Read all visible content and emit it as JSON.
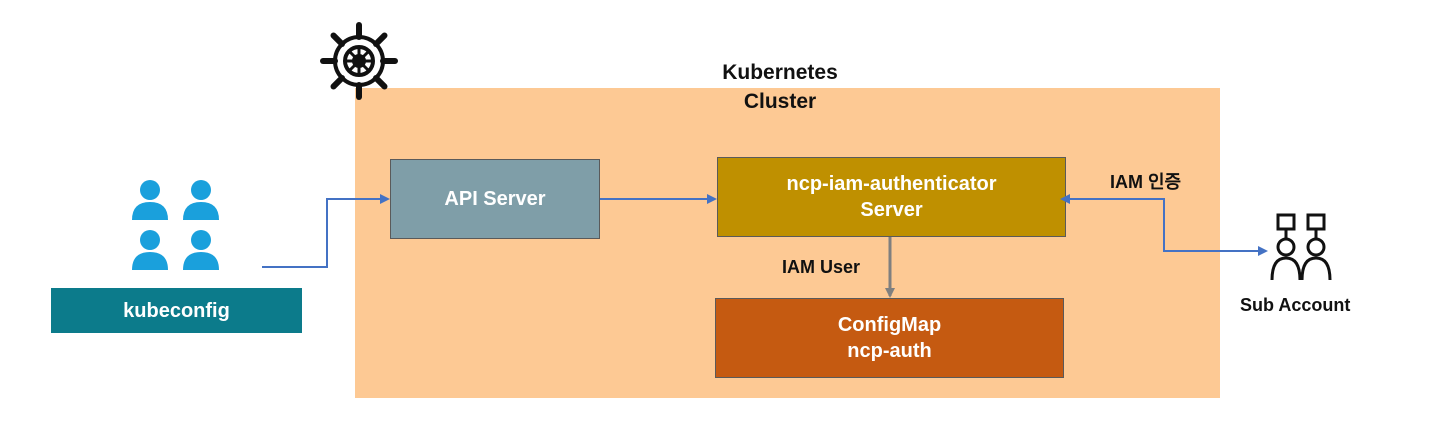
{
  "cluster": {
    "title": "Kubernetes\nCluster"
  },
  "nodes": {
    "api_server": "API Server",
    "auth_server": "ncp-iam-authenticator\nServer",
    "configmap": "ConfigMap\nncp-auth",
    "kubeconfig": "kubeconfig"
  },
  "edge_labels": {
    "iam_user": "IAM User",
    "iam_auth": "IAM 인증",
    "sub_account": "Sub Account"
  },
  "colors": {
    "cluster_bg": "#fdc994",
    "api_server": "#7f9ea8",
    "auth_server": "#bf9000",
    "configmap": "#c55a11",
    "kubeconfig": "#0c7b8b",
    "users_icon": "#1aa0dc",
    "arrow": "#4472c4",
    "arrow_gray": "#7f7f7f"
  },
  "icons": [
    "kubernetes-helm-icon",
    "users-group-icon",
    "sub-account-icon"
  ]
}
